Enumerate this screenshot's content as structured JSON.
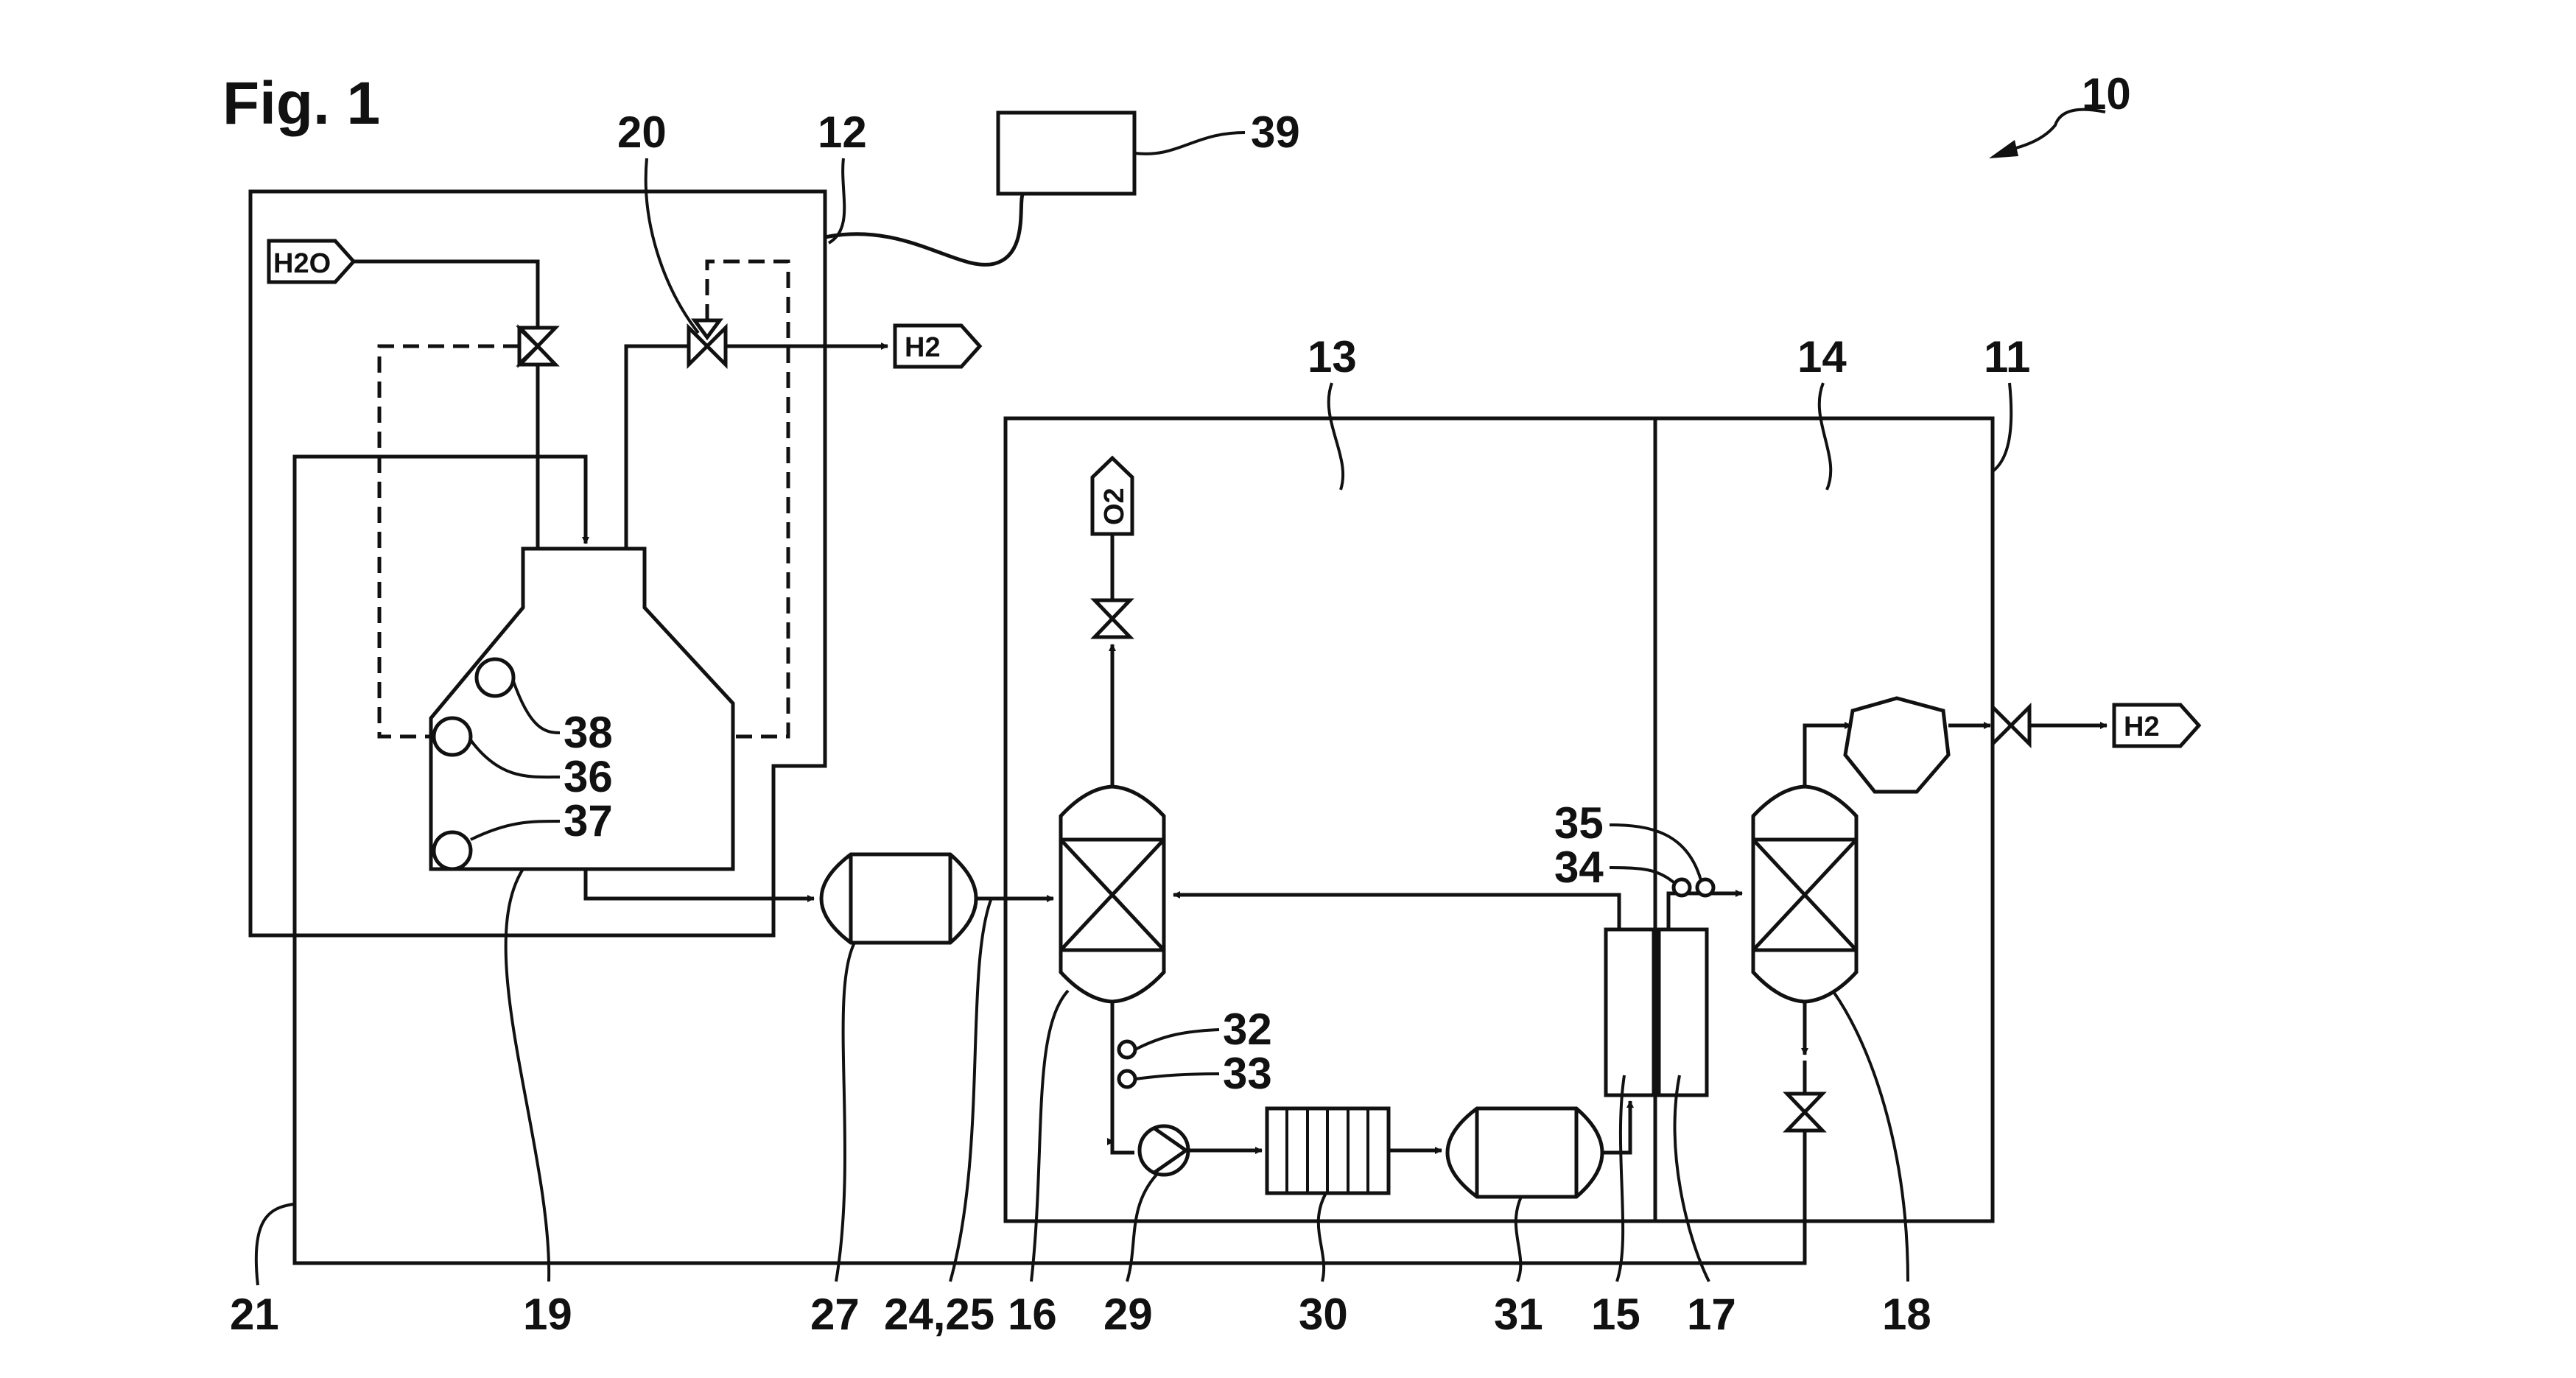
{
  "figure_title": "Fig. 1",
  "labels": {
    "n10": "10",
    "n11": "11",
    "n12": "12",
    "n13": "13",
    "n14": "14",
    "n15": "15",
    "n16": "16",
    "n17": "17",
    "n18": "18",
    "n19": "19",
    "n20": "20",
    "n21": "21",
    "n24_25": "24,25",
    "n27": "27",
    "n29": "29",
    "n30": "30",
    "n31": "31",
    "n32": "32",
    "n33": "33",
    "n34": "34",
    "n35": "35",
    "n36": "36",
    "n37": "37",
    "n38": "38",
    "n39": "39"
  },
  "tags": {
    "h2o_inlet": "H2O",
    "h2_outlet_top": "H2",
    "o2_outlet": "O2",
    "h2_outlet_right": "H2"
  },
  "colors": {
    "line": "#111111",
    "background": "#ffffff"
  }
}
